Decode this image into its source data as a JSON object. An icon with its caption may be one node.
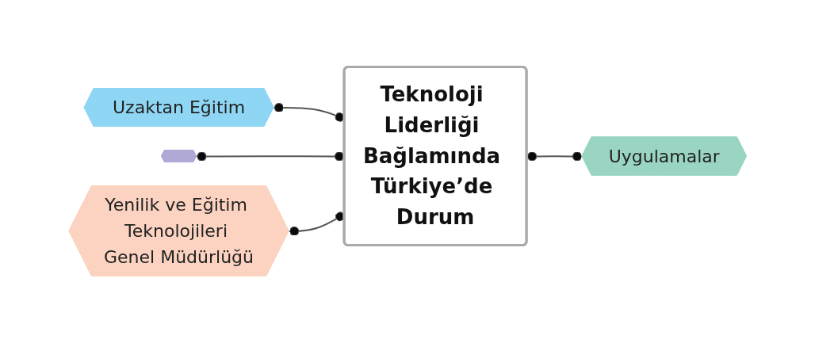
{
  "diagram": {
    "nodes": [
      {
        "text": [
          "Uzaktan Eğitim"
        ]
      },
      {
        "text": [],
        "shape": "hexagon"
      },
      {
        "text": [
          "Yenilik ve Eğitim Teknolojileri Genel Müdürlüğü"
        ]
      },
      {
        "text": [
          "Teknoloji Liderliği Bağlamında Türkiye’de Durum"
        ]
      },
      {
        "text": [
          "Uygulamalar"
        ]
      }
    ],
    "edges": [
      {
        "from": 0,
        "to": 3,
        "arrow": "other"
      },
      {
        "from": 1,
        "to": 3,
        "arrow": "other"
      },
      {
        "from": 2,
        "to": 3,
        "arrow": "other"
      },
      {
        "from": 3,
        "to": 4,
        "arrow": "other"
      }
    ]
  }
}
